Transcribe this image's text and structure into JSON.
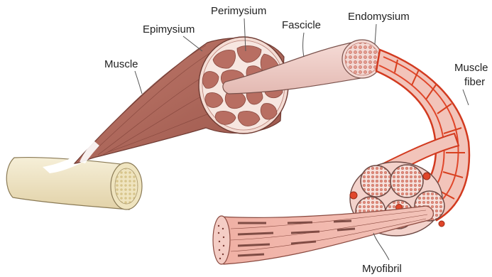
{
  "diagram": {
    "labels": {
      "muscle": "Muscle",
      "epimysium": "Epimysium",
      "perimysium": "Perimysium",
      "fascicle": "Fascicle",
      "endomysium": "Endomysium",
      "muscle_fiber_line1": "Muscle",
      "muscle_fiber_line2": "fiber",
      "myofibril": "Myofibril"
    },
    "colors": {
      "muscle_brown": "#b0675a",
      "muscle_dark": "#8c4a40",
      "tendon": "#f1e6c8",
      "fascicle_pink": "#efcdc8",
      "fiber_red": "#e0462a",
      "fiber_fill": "#f1b8ad",
      "myofibril": "#e7998c",
      "outline": "#6e4a45"
    }
  }
}
